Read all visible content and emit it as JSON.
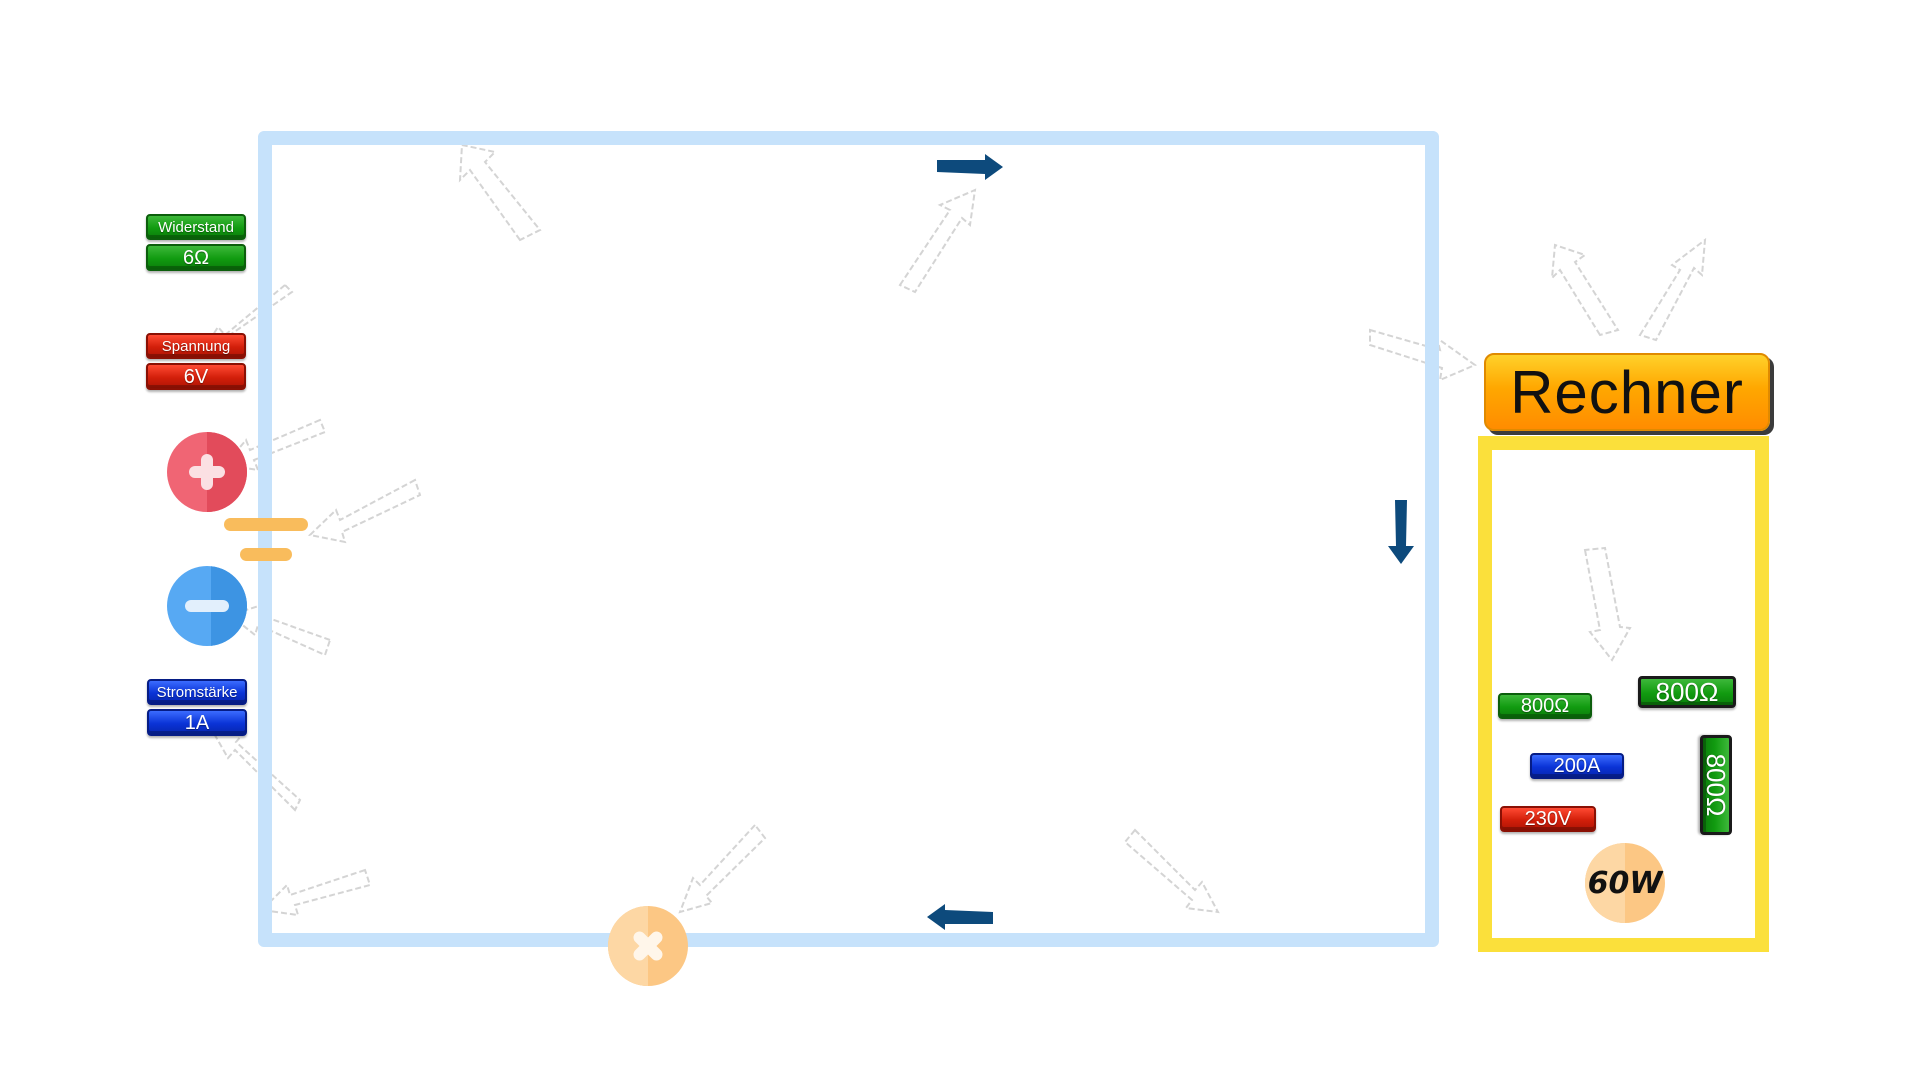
{
  "circuit": {
    "resistance": {
      "title": "Widerstand",
      "value": "6Ω"
    },
    "voltage": {
      "title": "Spannung",
      "value": "6V"
    },
    "current": {
      "title": "Stromstärke",
      "value": "1A"
    }
  },
  "calculator": {
    "button_label": "Rechner",
    "components": {
      "resistor_small": "800Ω",
      "resistor_large": "800Ω",
      "resistor_vertical": "800Ω",
      "current": "200A",
      "voltage": "230V",
      "lamp": "60W"
    }
  },
  "colors": {
    "wire": "#c6e2fb",
    "flow_arrow": "#0d4a7c",
    "calc_border": "#fbe03b",
    "resistance_green": "#119b10",
    "voltage_red": "#d21f0a",
    "current_blue": "#0a33d6"
  }
}
